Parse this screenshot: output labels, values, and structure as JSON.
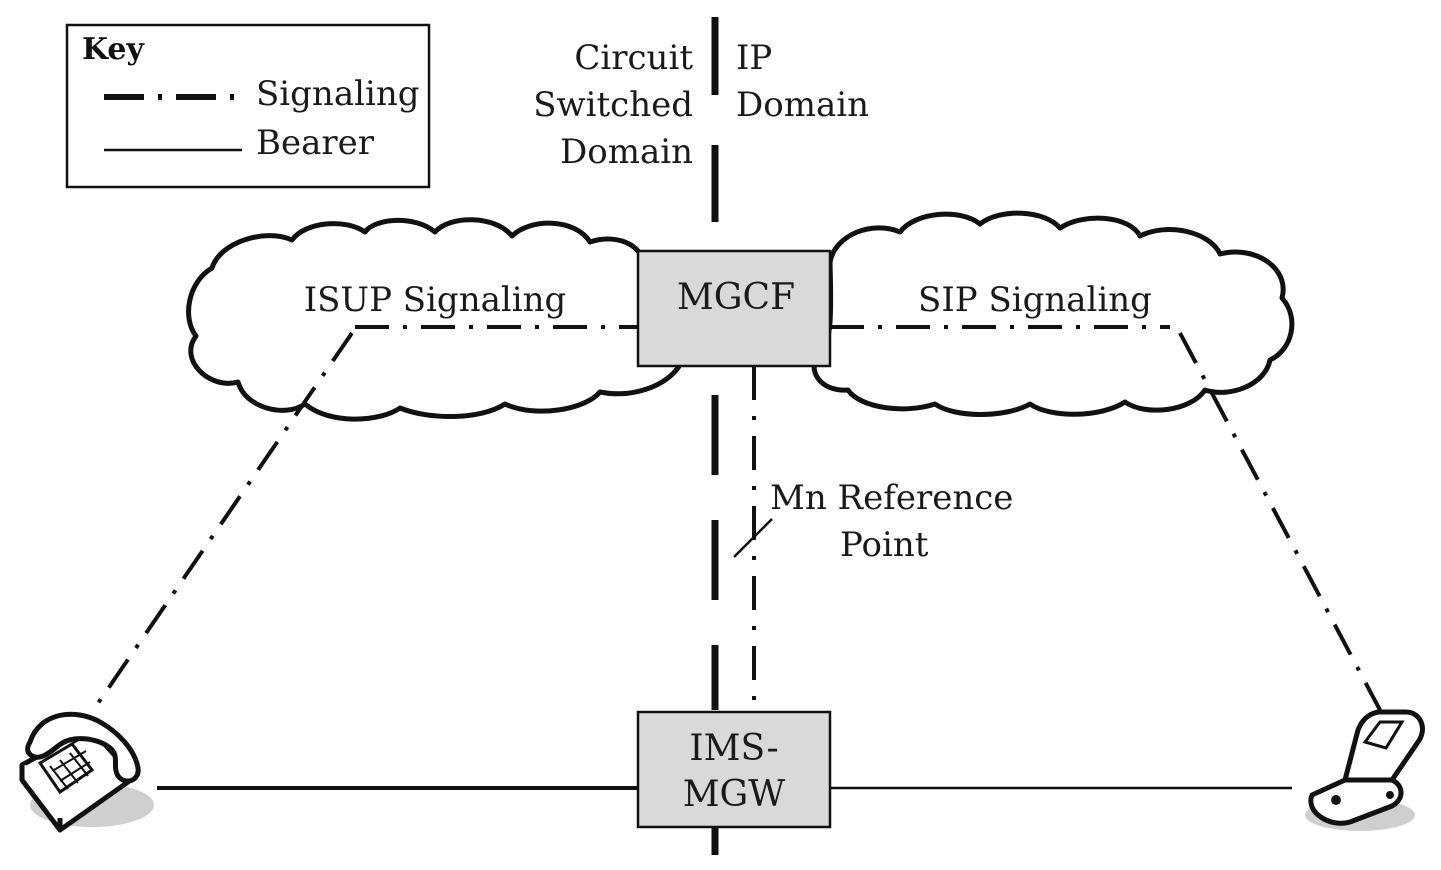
{
  "key": {
    "title": "Key",
    "signaling_label": "Signaling",
    "bearer_label": "Bearer"
  },
  "domains": {
    "circuit_line1": "Circuit",
    "circuit_line2": "Switched",
    "circuit_line3": "Domain",
    "ip_line1": "IP",
    "ip_line2": "Domain"
  },
  "clouds": {
    "isup_label": "ISUP Signaling",
    "sip_label": "SIP Signaling"
  },
  "nodes": {
    "mgcf_label": "MGCF",
    "mgw_line1": "IMS-",
    "mgw_line2": "MGW"
  },
  "reference": {
    "line1": "Mn Reference",
    "line2": "Point"
  },
  "devices": {
    "left_icon": "desk-telephone-icon",
    "right_icon": "flip-mobile-phone-icon"
  },
  "colors": {
    "box_fill": "#d9d9d9",
    "ink": "#111111",
    "shadow": "#cfcfcf"
  }
}
